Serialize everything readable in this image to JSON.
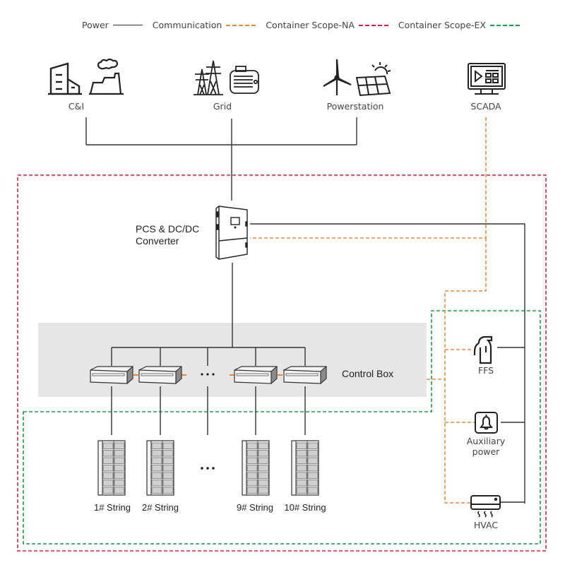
{
  "legend": {
    "items": [
      {
        "label": "Power",
        "style": "solid",
        "color": "#333333"
      },
      {
        "label": "Communication",
        "style": "dashed",
        "color": "#e08a3c"
      },
      {
        "label": "Container Scope-NA",
        "style": "dashed",
        "color": "#c8253f"
      },
      {
        "label": "Container Scope-EX",
        "style": "dashed",
        "color": "#1f9a4f"
      }
    ]
  },
  "sources": {
    "ci": {
      "label": "C&I",
      "icons": [
        "building-icon",
        "factory-icon"
      ]
    },
    "grid": {
      "label": "Grid",
      "icons": [
        "transmission-tower-icon",
        "transformer-icon"
      ]
    },
    "powerstation": {
      "label": "Powerstation",
      "icons": [
        "wind-turbine-icon",
        "solar-panel-icon"
      ]
    },
    "scada": {
      "label": "SCADA",
      "icons": [
        "monitor-icon"
      ]
    }
  },
  "pcs": {
    "label_line1": "PCS & DC/DC",
    "label_line2": "Converter"
  },
  "control_box": {
    "label": "Control Box",
    "ellipsis": "• • •"
  },
  "strings": {
    "items": [
      "1# String",
      "2# String",
      "9# String",
      "10# String"
    ],
    "ellipsis": "• • •"
  },
  "auxiliary": {
    "ffs": {
      "label": "FFS"
    },
    "aux_power": {
      "label_line1": "Auxiliary",
      "label_line2": "power"
    },
    "hvac": {
      "label": "HVAC"
    }
  },
  "colors": {
    "power": "#333333",
    "communication": "#e08a3c",
    "scope_na": "#c8253f",
    "scope_ex": "#1f9a4f",
    "control_band": "#e6e6e6"
  }
}
